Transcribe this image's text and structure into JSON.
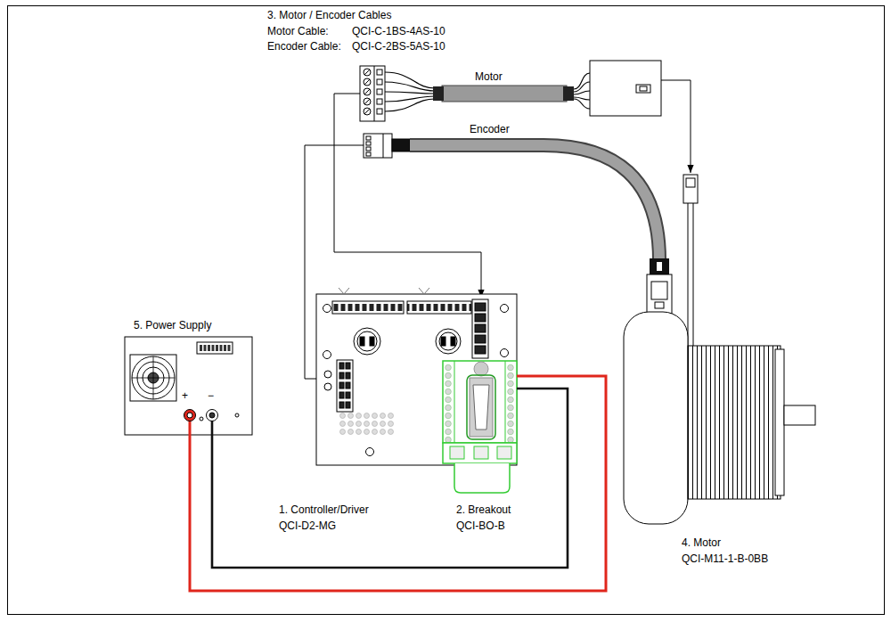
{
  "diagram": {
    "nodes": [
      {
        "text": [
          "1. Controller/Driver",
          "QCI-D2-MG"
        ]
      },
      {
        "text": [
          "2. Breakout",
          "QCI-BO-B"
        ]
      },
      {
        "text": [
          "4. Motor",
          "QCI-M11-1-B-0BB"
        ]
      },
      {
        "text": [
          "5. Power Supply"
        ]
      }
    ],
    "edges": [
      {
        "from": 3,
        "to": 1,
        "arrow": "none"
      },
      {
        "from": 3,
        "to": 1,
        "arrow": "none"
      }
    ],
    "labels": [
      "3. Motor / Encoder Cables",
      "Motor Cable:",
      "QCI-C-1BS-4AS-10",
      "Encoder Cable:",
      "QCI-C-2BS-5AS-10",
      "Motor",
      "Encoder",
      "+",
      "−"
    ]
  }
}
